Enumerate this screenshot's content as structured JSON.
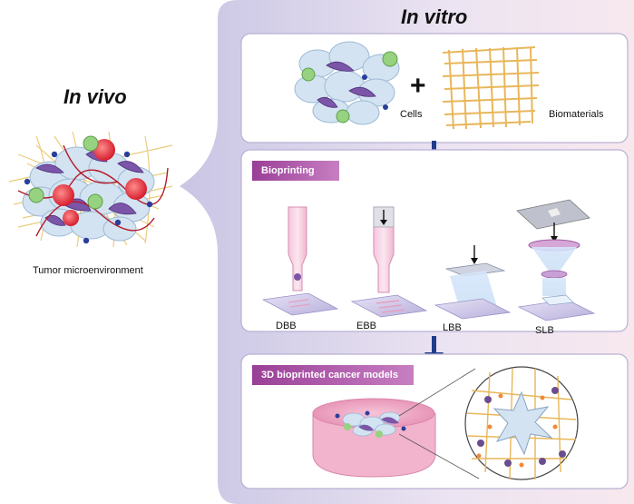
{
  "in_vivo": {
    "title": "In vivo",
    "caption": "Tumor microenvironment"
  },
  "in_vitro": {
    "title": "In vitro",
    "ingredients": {
      "cells_label": "Cells",
      "plus": "+",
      "biomaterials_label": "Biomaterials"
    },
    "bioprinting": {
      "badge": "Bioprinting",
      "methods": [
        "DBB",
        "EBB",
        "LBB",
        "SLB"
      ]
    },
    "models": {
      "badge": "3D bioprinted cancer models"
    }
  },
  "colors": {
    "panel_bg_left": "#cfcbe6",
    "panel_bg_right": "#f4e6ee",
    "box_border": "#b9b0d2",
    "badge_purple": "#9b3f96",
    "arrow_blue": "#1f3b8c",
    "scaffold_yellow": "#e9c96a",
    "cell_blue": "#cfe0ef",
    "cell_purple": "#7b56a8",
    "red_cell": "#e23b49",
    "green_cell": "#8fcf7a"
  }
}
